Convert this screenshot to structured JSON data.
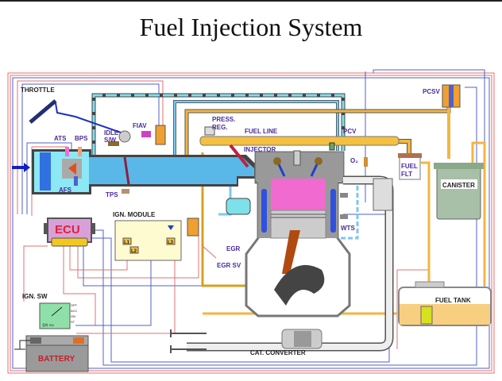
{
  "title": "Fuel Injection System",
  "labels": {
    "throttle": "THROTTLE",
    "ats": "ATS",
    "bps": "BPS",
    "idle_sw_1": "IDLE",
    "idle_sw_2": "S/W",
    "fiav": "FIAV",
    "afs": "AFS",
    "tps": "TPS",
    "press_reg_1": "PRESS.",
    "press_reg_2": "REG.",
    "fuel_line": "FUEL LINE",
    "injector": "INJECTOR",
    "pcv": "PCV",
    "o2": "O₂",
    "fuel_flt_1": "FUEL",
    "fuel_flt_2": "FLT",
    "canister": "CANISTER",
    "pcsv": "PCSV",
    "ecu": "ECU",
    "ign_module": "IGN. MODULE",
    "l1": "L1",
    "l2": "L2",
    "l3": "L3",
    "egr": "EGR",
    "egr_sv": "EGR SV",
    "wts": "WTS",
    "ign_sw": "IGN. SW",
    "ign_sw_inner": "점화 SW",
    "sw_off": "OFF",
    "sw_acc": "ACC",
    "sw_on": "ON",
    "sw_st": "ST",
    "battery": "BATTERY",
    "cat_converter": "CAT. CONVERTER",
    "fuel_tank": "FUEL TANK"
  },
  "colors": {
    "air_intake": "#5ab8e8",
    "fuel_line": "#f2b640",
    "signal_wire_red": "#e07070",
    "signal_wire_blue": "#5060c8",
    "combustion": "#f06ad0",
    "ecu": "#d9a0d8",
    "label": "#4a2a9a"
  }
}
